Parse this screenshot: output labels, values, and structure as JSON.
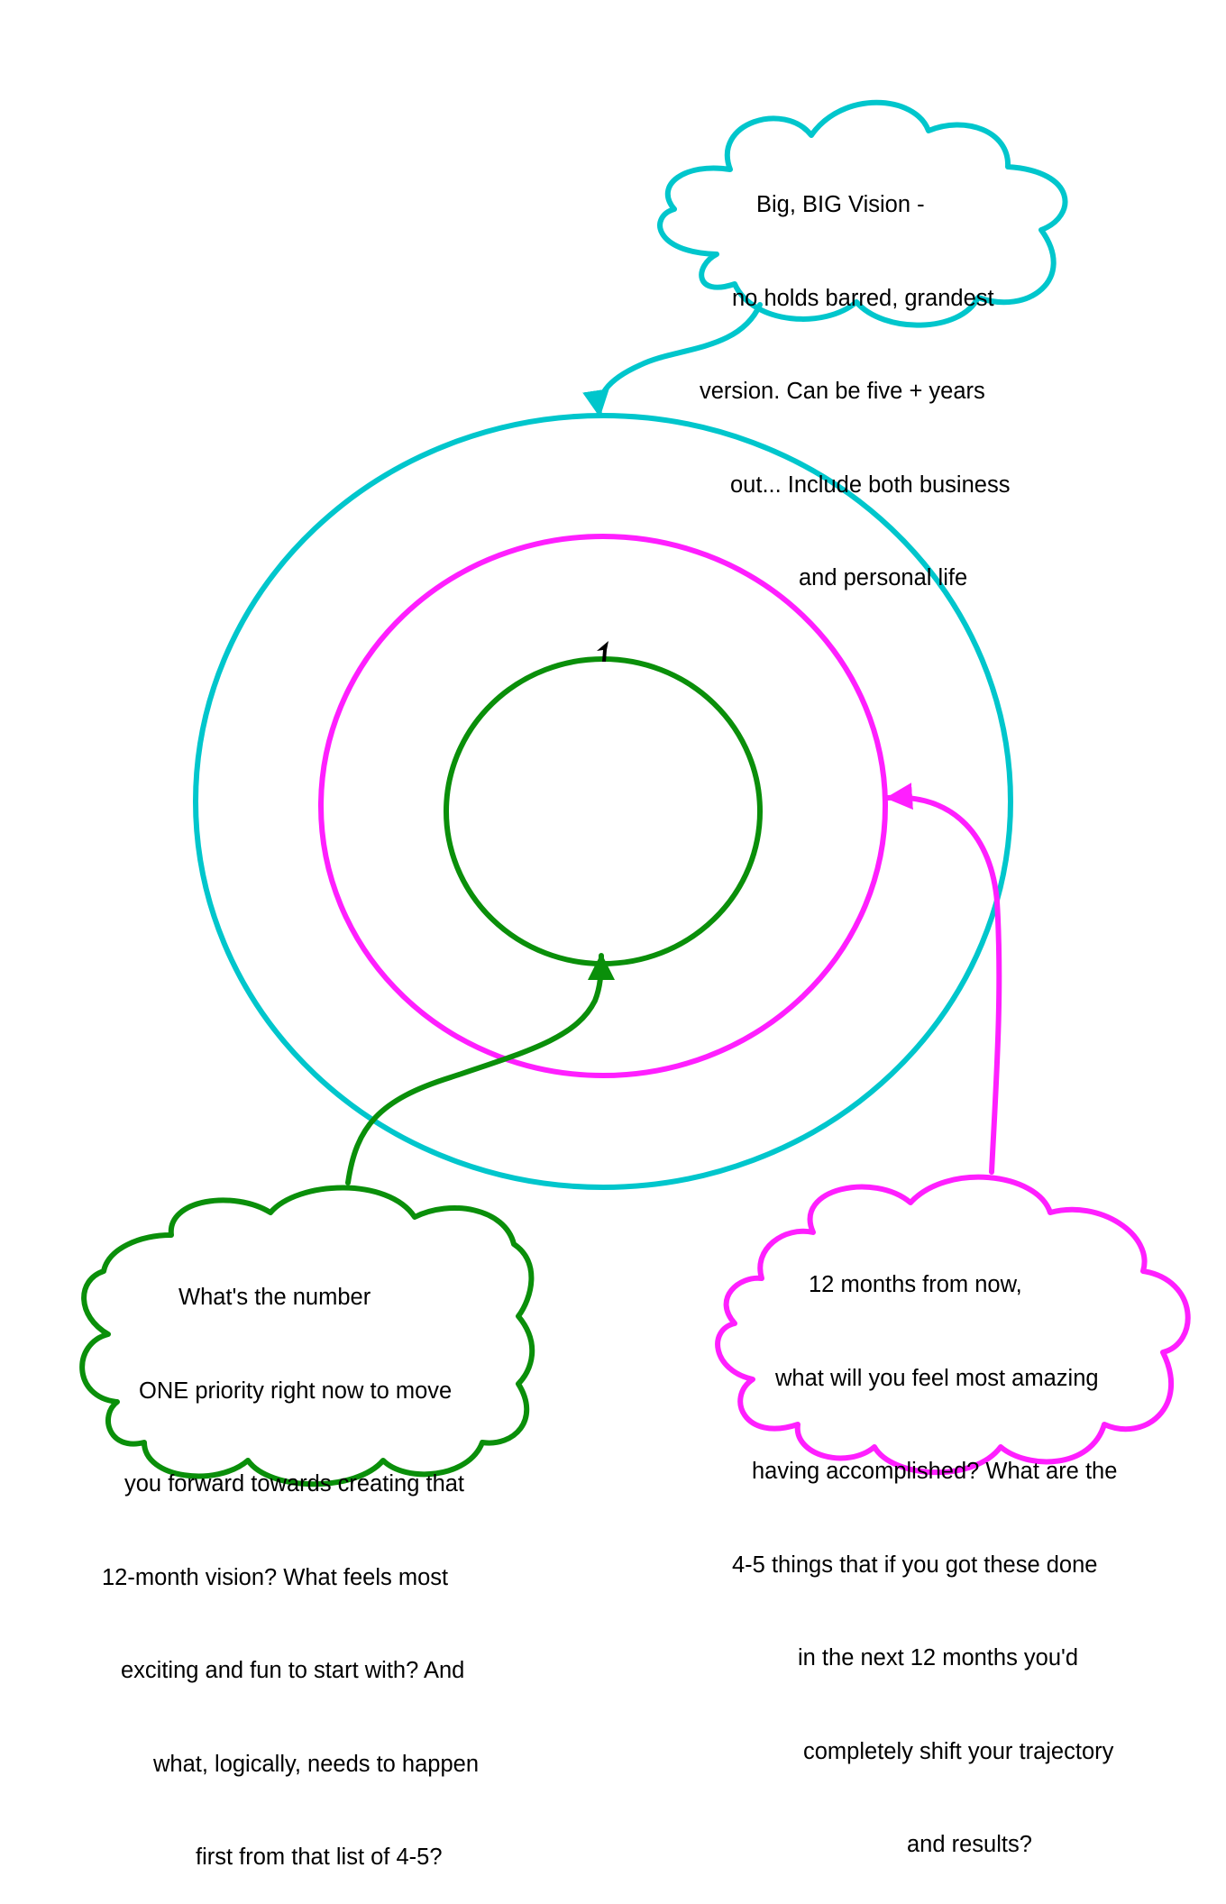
{
  "colors": {
    "outer": "#00c6cc",
    "middle": "#ff1fff",
    "inner": "#0a8f0a",
    "pointer": "#000000"
  },
  "clouds": {
    "vision": {
      "lines": [
        "Big, BIG Vision -",
        "no holds barred, grandest",
        "version. Can be five + years",
        "out... Include both business",
        "and personal life"
      ]
    },
    "twelve_month": {
      "lines": [
        "12 months from now,",
        "what will you feel most amazing",
        "having accomplished? What are the",
        "4-5 things that if you got these done",
        "in the next 12 months you'd",
        "completely shift your trajectory",
        "and results?"
      ]
    },
    "priority": {
      "lines": [
        "What's the number",
        "ONE priority right now to move",
        "you forward towards creating that",
        "12-month vision? What feels most",
        "exciting and fun to start with? And",
        "what, logically, needs to happen",
        "first from that list of 4-5?"
      ]
    }
  }
}
